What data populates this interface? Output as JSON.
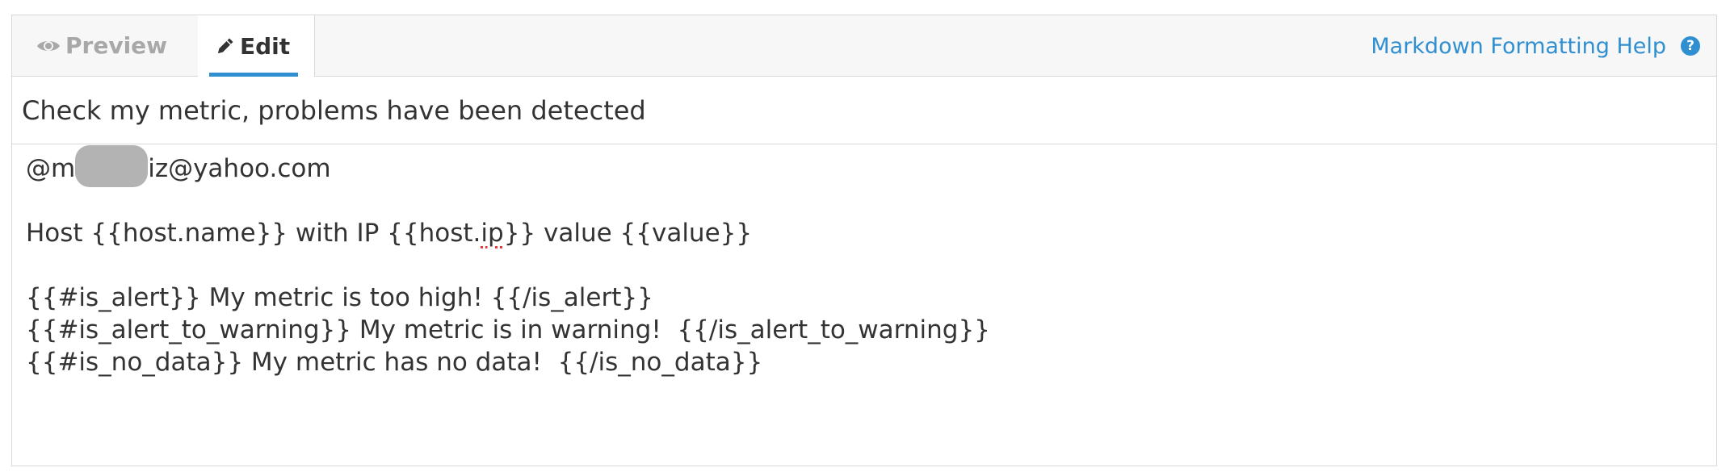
{
  "tabs": {
    "preview_label": "Preview",
    "edit_label": "Edit",
    "active": "Edit"
  },
  "help": {
    "label": "Markdown Formatting Help"
  },
  "title_field": {
    "value": "Check my metric, problems have been detected"
  },
  "body": {
    "email_prefix": "@m",
    "email_suffix": "iz@yahoo.com",
    "host_line_a": "Host {{host.name}} with IP {{host.",
    "host_line_ip": "ip",
    "host_line_b": "}} value {{value}}",
    "alert_line": "{{#is_alert}} My metric is too high! {{/is_alert}}",
    "warning_line": "{{#is_alert_to_warning}} My metric is in warning!  {{/is_alert_to_warning}}",
    "nodata_line": "{{#is_no_data}} My metric has no data!  {{/is_no_data}}"
  },
  "colors": {
    "accent": "#2f8fd1",
    "text": "#333333",
    "muted": "#a8a8a8",
    "border": "#d8d8d8",
    "redacted": "#b3b3b3"
  },
  "icons": {
    "preview": "eye-icon",
    "edit": "pencil-icon",
    "help": "question-circle-icon"
  }
}
